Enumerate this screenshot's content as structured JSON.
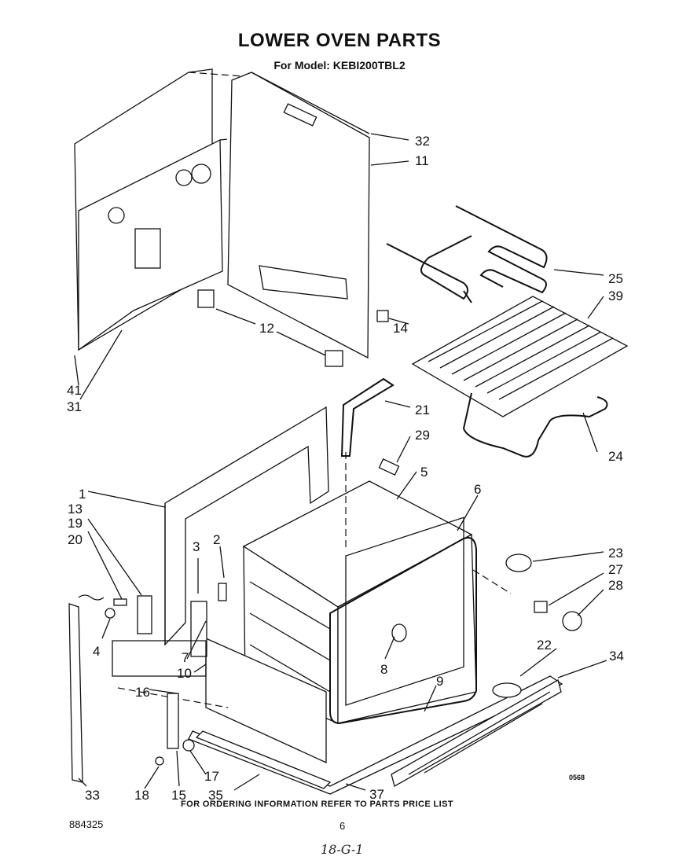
{
  "title": "LOWER OVEN PARTS",
  "subtitle": "For Model: KEBI200TBL2",
  "footer_note": "FOR ORDERING INFORMATION REFER TO PARTS PRICE LIST",
  "document_number": "884325",
  "page_number": "6",
  "illustration_code": "0568",
  "handwritten_note": "18-G-1",
  "callouts": {
    "c1": "1",
    "c2": "2",
    "c3": "3",
    "c4": "4",
    "c5": "5",
    "c6": "6",
    "c7": "7",
    "c8": "8",
    "c9": "9",
    "c10": "10",
    "c11": "11",
    "c12": "12",
    "c13": "13",
    "c14": "14",
    "c15": "15",
    "c16": "16",
    "c17": "17",
    "c18": "18",
    "c19": "19",
    "c20": "20",
    "c21": "21",
    "c22": "22",
    "c23": "23",
    "c24": "24",
    "c25": "25",
    "c27": "27",
    "c28": "28",
    "c29": "29",
    "c31": "31",
    "c32": "32",
    "c33": "33",
    "c34": "34",
    "c35": "35",
    "c37": "37",
    "c39": "39",
    "c41": "41"
  }
}
